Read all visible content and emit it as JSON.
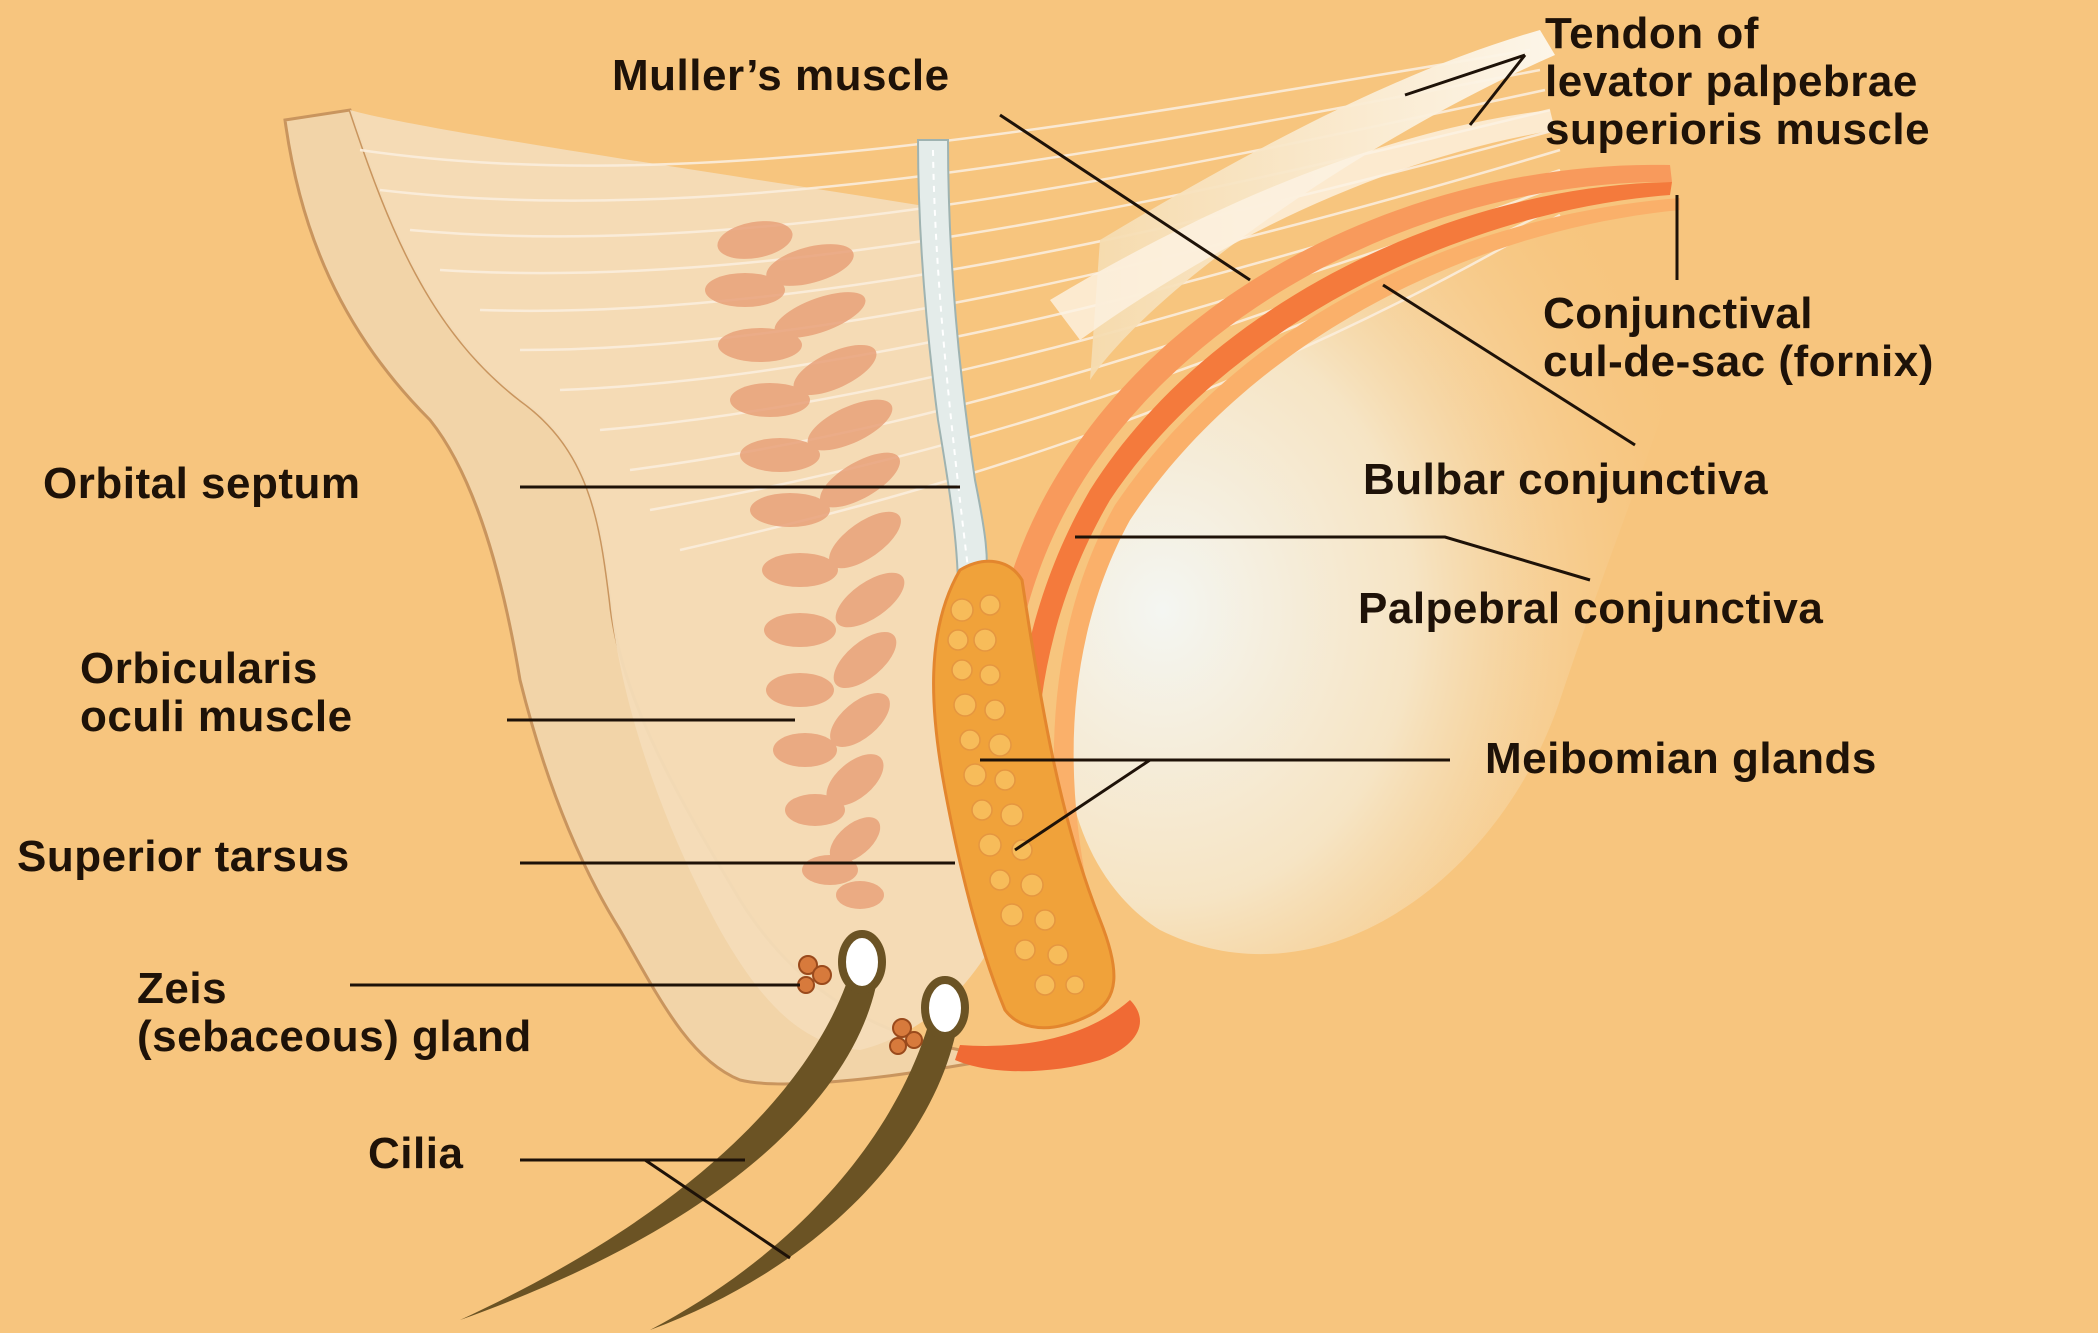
{
  "labels": {
    "tendon": [
      "Tendon of",
      "levator palpebrae",
      "superioris muscle"
    ],
    "muller": "Muller’s muscle",
    "fornix": [
      "Conjunctival",
      "cul-de-sac (fornix)"
    ],
    "bulbar": "Bulbar conjunctiva",
    "orbital_septum": "Orbital septum",
    "palpebral": "Palpebral conjunctiva",
    "orbicularis": [
      "Orbicularis",
      "oculi muscle"
    ],
    "meibomian": "Meibomian glands",
    "superior_tarsus": "Superior tarsus",
    "zeis": [
      "Zeis",
      "(sebaceous) gland"
    ],
    "cilia": "Cilia"
  },
  "colors": {
    "background": "#f7c57e",
    "skin": "#f2d4a8",
    "orbicularis": "#e9a27a",
    "tarsus": "#f0a23a",
    "conjunctiva": "#f47a3c",
    "tendon": "#fbf1df",
    "cornea_glow": "#eef3f0",
    "lash": "#6b5324",
    "leader": "#1e1208"
  }
}
